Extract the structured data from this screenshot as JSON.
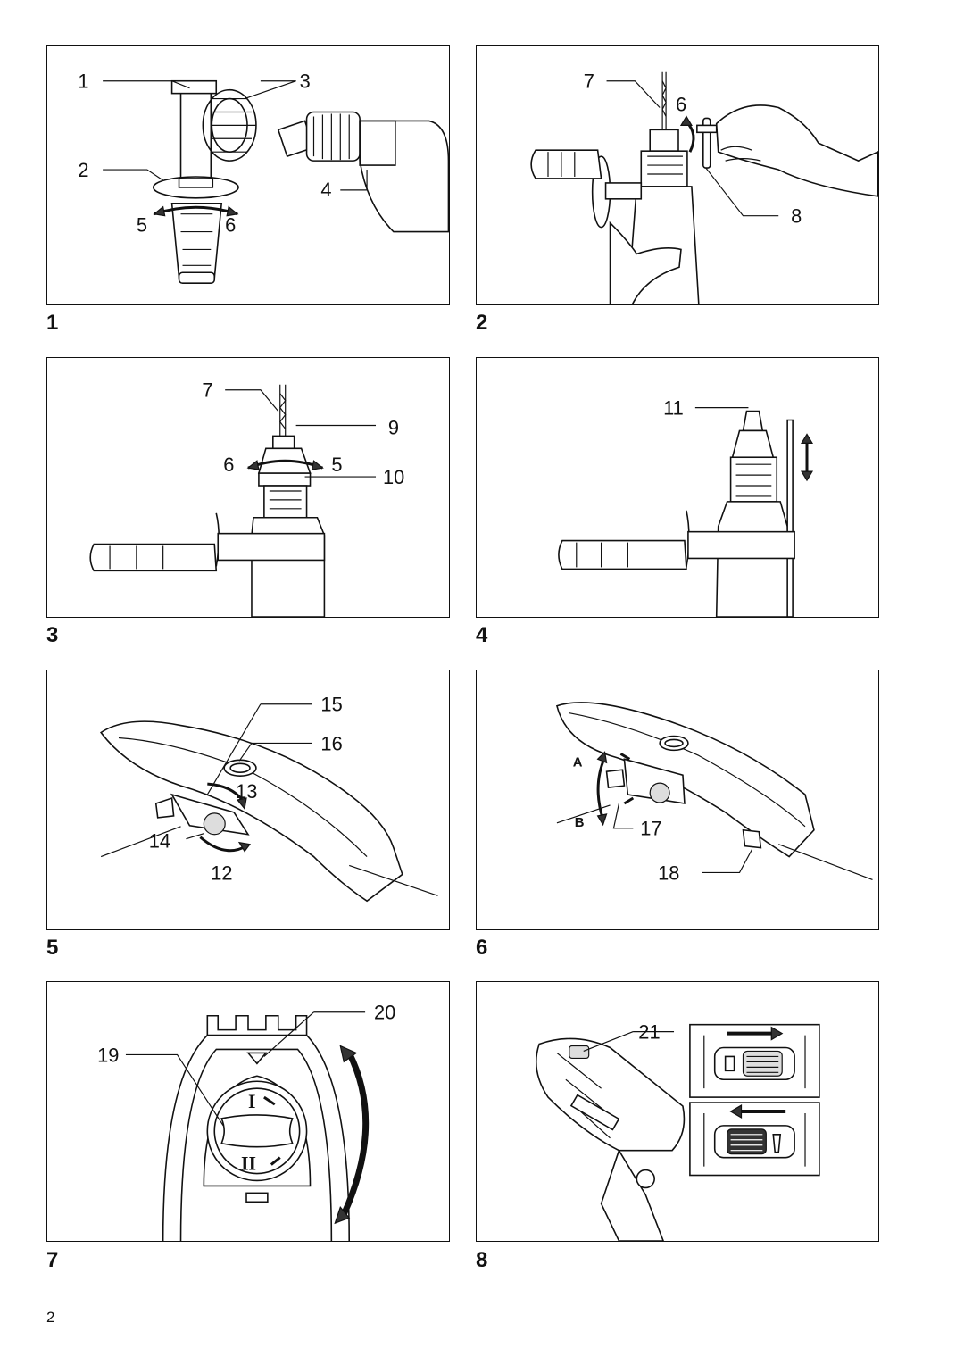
{
  "page_number": "2",
  "figures": [
    {
      "number": "1",
      "callouts": [
        "1",
        "3",
        "2",
        "4",
        "5",
        "6"
      ]
    },
    {
      "number": "2",
      "callouts": [
        "7",
        "6",
        "8"
      ]
    },
    {
      "number": "3",
      "callouts": [
        "7",
        "9",
        "6",
        "5",
        "10"
      ]
    },
    {
      "number": "4",
      "callouts": [
        "11"
      ]
    },
    {
      "number": "5",
      "callouts": [
        "15",
        "16",
        "13",
        "14",
        "12"
      ]
    },
    {
      "number": "6",
      "callouts": [
        "A",
        "B",
        "17",
        "18"
      ]
    },
    {
      "number": "7",
      "callouts": [
        "20",
        "19"
      ],
      "marks": [
        "I",
        "II"
      ]
    },
    {
      "number": "8",
      "callouts": [
        "21"
      ]
    }
  ]
}
